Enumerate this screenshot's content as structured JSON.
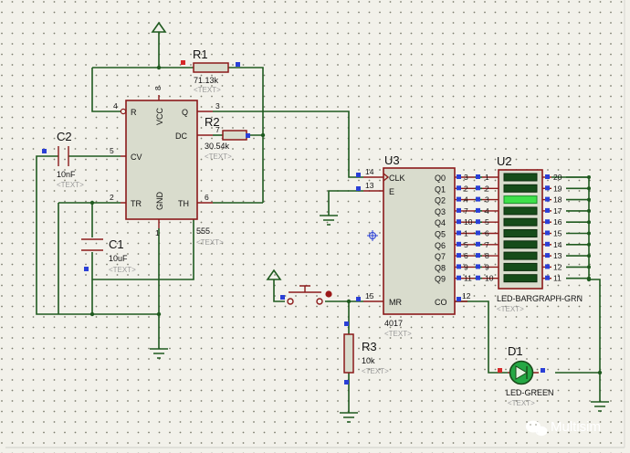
{
  "components": {
    "r1": {
      "name": "R1",
      "value": "71.13k",
      "text": "<TEXT>"
    },
    "r2": {
      "name": "R2",
      "value": "30.54k",
      "text": "<TEXT>"
    },
    "r3": {
      "name": "R3",
      "value": "10k",
      "text": "<TEXT>"
    },
    "c1": {
      "name": "C1",
      "value": "10uF",
      "text": "<TEXT>"
    },
    "c2": {
      "name": "C2",
      "value": "10nF",
      "text": "<TEXT>"
    },
    "ic555": {
      "name": "555",
      "text": "<TEXT>",
      "pins": {
        "R": "R",
        "VCC": "VCC",
        "Q": "Q",
        "DC": "DC",
        "CV": "CV",
        "TR": "TR",
        "GND": "GND",
        "TH": "TH"
      },
      "pin_numbers": {
        "p4": "4",
        "p8": "8",
        "p3": "3",
        "p7": "7",
        "p5": "5",
        "p2": "2",
        "p1": "1",
        "p6": "6"
      }
    },
    "u3": {
      "name": "U3",
      "part": "4017",
      "text": "<TEXT>",
      "left_pins": [
        {
          "num": "14",
          "label": "CLK"
        },
        {
          "num": "13",
          "label": "E"
        },
        {
          "num": "15",
          "label": "MR"
        }
      ],
      "right_labels": [
        "Q0",
        "Q1",
        "Q2",
        "Q3",
        "Q4",
        "Q5",
        "Q6",
        "Q7",
        "Q8",
        "Q9"
      ],
      "right_nums": [
        "3",
        "2",
        "4",
        "7",
        "10",
        "1",
        "5",
        "6",
        "9",
        "11"
      ],
      "co_label": "CO",
      "co_num": "12"
    },
    "u2": {
      "name": "U2",
      "part": "LED-BARGRAPH-GRN",
      "text": "<TEXT>",
      "left_nums": [
        "1",
        "2",
        "3",
        "4",
        "5",
        "6",
        "7",
        "8",
        "9",
        "10"
      ],
      "right_nums": [
        "20",
        "19",
        "18",
        "17",
        "16",
        "15",
        "14",
        "13",
        "12",
        "11"
      ]
    },
    "d1": {
      "name": "D1",
      "part": "LED-GREEN",
      "text": "<TEXT>"
    }
  },
  "colors": {
    "wire": "#1f5a1f",
    "pin": "#8b1a1a",
    "body": "#d9dccd",
    "marker_blue": "#2a3fd6",
    "marker_red": "#d62a2a"
  },
  "watermark": {
    "icon": "wechat-icon",
    "text": "Multisim"
  }
}
